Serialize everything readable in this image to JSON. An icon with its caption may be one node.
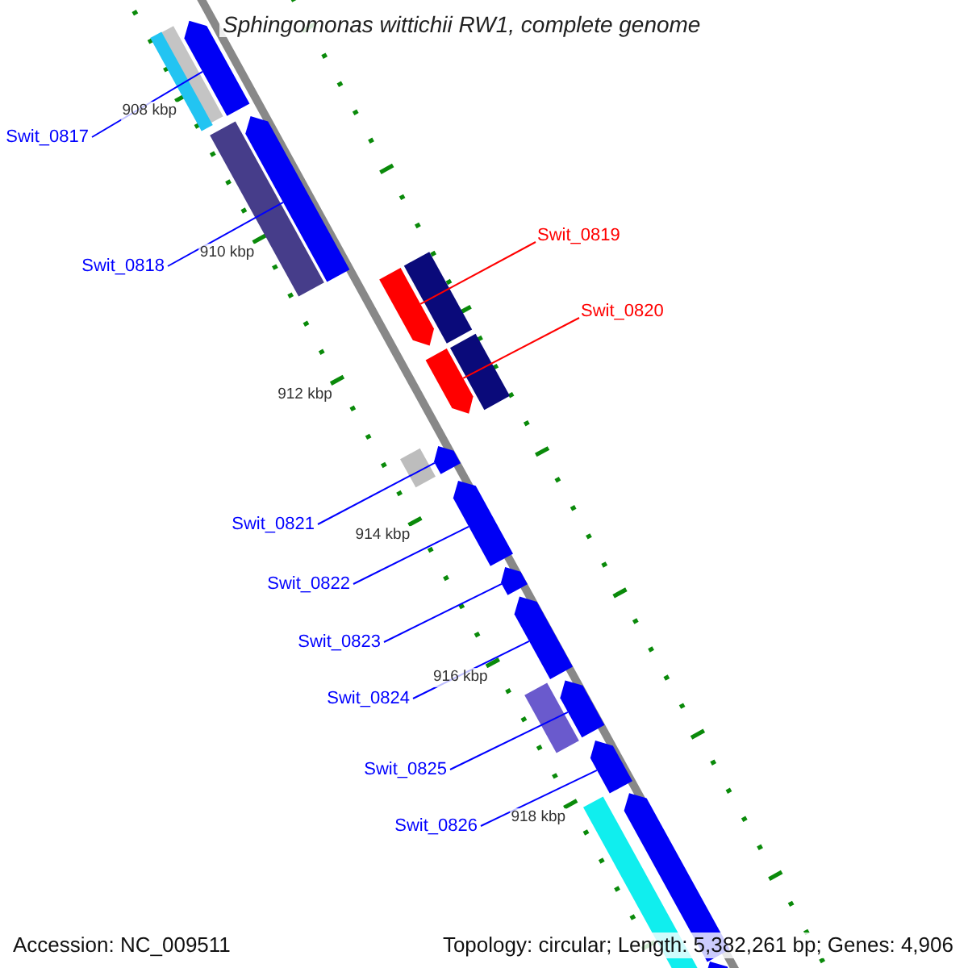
{
  "diagram": {
    "title": "Sphingomonas wittichii RW1, complete genome",
    "nodes": [
      {
        "text": [
          "Swit_0817"
        ]
      },
      {
        "text": [
          "Swit_0819"
        ]
      },
      {
        "text": [
          "Swit_0818"
        ]
      },
      {
        "text": [
          "Swit_0820"
        ]
      },
      {
        "text": [
          "Swit_0821"
        ]
      },
      {
        "text": [
          "Swit_0822"
        ]
      },
      {
        "text": [
          "Swit_0823"
        ]
      },
      {
        "text": [
          "Swit_0824"
        ]
      },
      {
        "text": [
          "Swit_0825"
        ]
      },
      {
        "text": [
          "Swit_0826"
        ]
      },
      {
        "text": [],
        "shape": "arrow"
      },
      {
        "text": [],
        "shape": "bar"
      },
      {
        "text": [],
        "shape": "bar"
      },
      {
        "text": [],
        "shape": "arrow"
      },
      {
        "text": [],
        "shape": "bar"
      },
      {
        "text": [],
        "shape": "bar"
      },
      {
        "text": [],
        "shape": "arrow"
      },
      {
        "text": [],
        "shape": "bar"
      },
      {
        "text": [],
        "shape": "arrow"
      },
      {
        "text": [],
        "shape": "arrow"
      },
      {
        "text": [],
        "shape": "bar"
      },
      {
        "text": [],
        "shape": "arrow"
      },
      {
        "text": [],
        "shape": "arrow"
      },
      {
        "text": [],
        "shape": "arrow"
      },
      {
        "text": [],
        "shape": "arrow"
      },
      {
        "text": [],
        "shape": "bar"
      },
      {
        "text": [],
        "shape": "arrow"
      },
      {
        "text": [],
        "shape": "arrow"
      },
      {
        "text": [],
        "shape": "bar"
      },
      {
        "text": [],
        "shape": "arrow"
      }
    ],
    "edges": [
      {
        "from": 0,
        "to": 10,
        "arrow": "none"
      },
      {
        "from": 2,
        "to": 13,
        "arrow": "none"
      },
      {
        "from": 1,
        "to": 16,
        "arrow": "none",
        "color": "#ff0000"
      },
      {
        "from": 3,
        "to": 18,
        "arrow": "none",
        "color": "#ff0000"
      },
      {
        "from": 4,
        "to": 19,
        "arrow": "none"
      },
      {
        "from": 5,
        "to": 21,
        "arrow": "none"
      },
      {
        "from": 6,
        "to": 22,
        "arrow": "none"
      },
      {
        "from": 7,
        "to": 23,
        "arrow": "none"
      },
      {
        "from": 8,
        "to": 24,
        "arrow": "none"
      },
      {
        "from": 9,
        "to": 26,
        "arrow": "none"
      }
    ],
    "labels": [
      "908 kbp",
      "910 kbp",
      "912 kbp",
      "914 kbp",
      "916 kbp",
      "918 kbp",
      "Accession: NC_009511",
      "Topology: circular; Length: 5,382,261 bp; Genes: 4,906"
    ]
  }
}
